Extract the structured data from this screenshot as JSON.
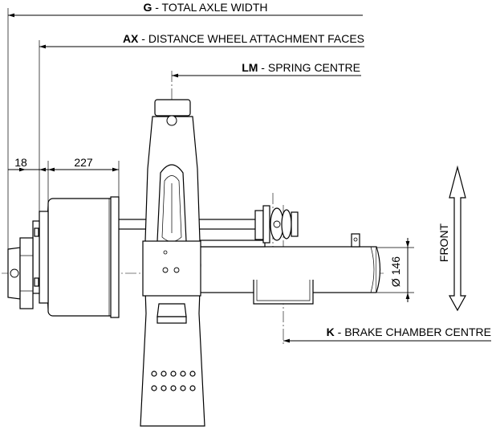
{
  "labels": {
    "total_axle_width": {
      "code": "G",
      "sep": " - ",
      "text": "TOTAL AXLE WIDTH"
    },
    "wheel_faces": {
      "code": "AX",
      "sep": " - ",
      "text": "DISTANCE WHEEL ATTACHMENT FACES"
    },
    "spring_centre": {
      "code": "LM",
      "sep": " - ",
      "text": "SPRING CENTRE"
    },
    "brake_chamber": {
      "code": "K",
      "sep": " - ",
      "text": "BRAKE CHAMBER CENTRE"
    }
  },
  "dimensions": {
    "offset": "18",
    "hub": "227",
    "tube_diameter": "Ø 146"
  },
  "direction": {
    "front": "FRONT"
  }
}
